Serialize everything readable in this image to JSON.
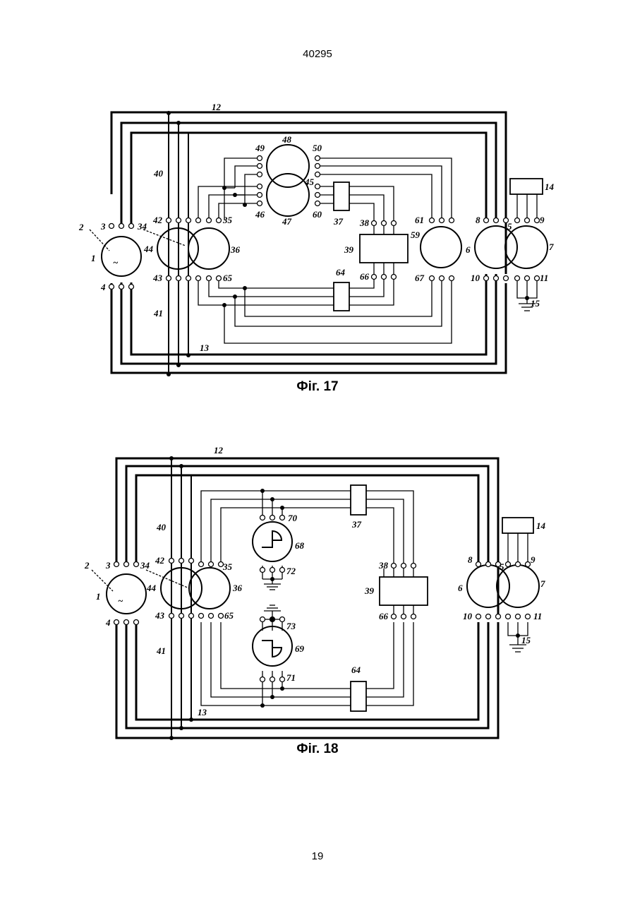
{
  "page": {
    "document_number": "40295",
    "page_number": "19"
  },
  "figures": [
    {
      "caption": "Фіг. 17",
      "labels": {
        "n1": "1",
        "n2": "2",
        "n3": "3",
        "n4": "4",
        "n5": "5",
        "n6": "6",
        "n7": "7",
        "n8": "8",
        "n9": "9",
        "n10": "10",
        "n11": "11",
        "n12": "12",
        "n13": "13",
        "n14": "14",
        "n15": "15",
        "n34": "34",
        "n35": "35",
        "n36": "36",
        "n37": "37",
        "n38": "38",
        "n39": "39",
        "n40": "40",
        "n41": "41",
        "n42": "42",
        "n43": "43",
        "n44": "44",
        "n45": "45",
        "n46": "46",
        "n47": "47",
        "n48": "48",
        "n49": "49",
        "n50": "50",
        "n59": "59",
        "n60": "60",
        "n61": "61",
        "n64": "64",
        "n65": "65",
        "n66": "66",
        "n67": "67",
        "tilde": "~"
      }
    },
    {
      "caption": "Фіг. 18",
      "labels": {
        "n1": "1",
        "n2": "2",
        "n3": "3",
        "n4": "4",
        "n5": "5",
        "n6": "6",
        "n7": "7",
        "n8": "8",
        "n9": "9",
        "n10": "10",
        "n11": "11",
        "n12": "12",
        "n13": "13",
        "n14": "14",
        "n15": "15",
        "n34": "34",
        "n35": "35",
        "n36": "36",
        "n37": "37",
        "n38": "38",
        "n39": "39",
        "n40": "40",
        "n41": "41",
        "n42": "42",
        "n43": "43",
        "n44": "44",
        "n64": "64",
        "n65": "65",
        "n66": "66",
        "n68": "68",
        "n69": "69",
        "n70": "70",
        "n71": "71",
        "n72": "72",
        "n73": "73",
        "tilde": "~"
      }
    }
  ]
}
